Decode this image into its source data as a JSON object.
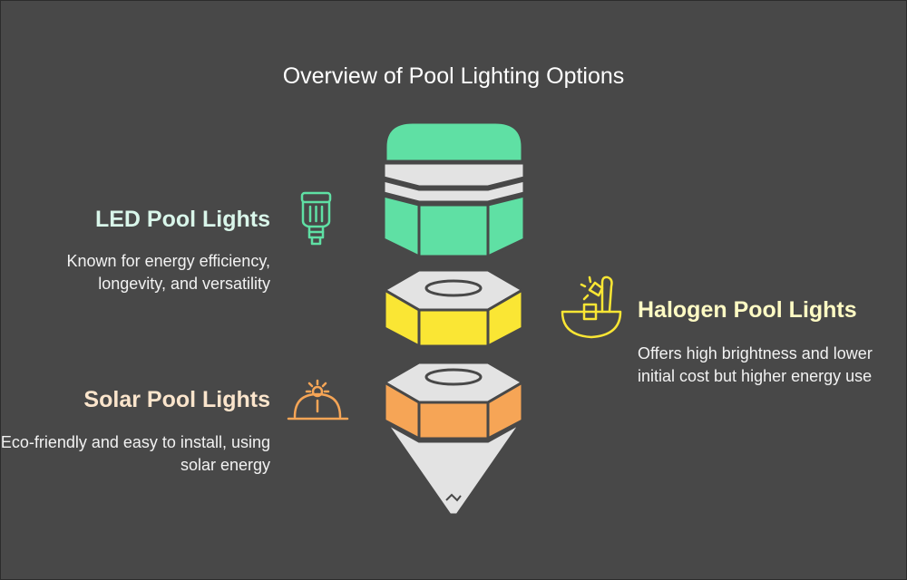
{
  "title": "Overview of Pool Lighting Options",
  "items": {
    "led": {
      "title": "LED Pool Lights",
      "description": "Known for energy efficiency, longevity, and versatility",
      "color": "#5fe0a4",
      "icon": "led-bulb-icon"
    },
    "halogen": {
      "title": "Halogen Pool Lights",
      "description": "Offers high brightness and lower initial cost but higher energy use",
      "color": "#fae634",
      "icon": "halogen-lamp-icon"
    },
    "solar": {
      "title": "Solar Pool Lights",
      "description": "Eco-friendly and easy to install, using solar energy",
      "color": "#f6a556",
      "icon": "solar-dome-icon"
    }
  },
  "colors": {
    "background": "#484848",
    "light_gray": "#e3e3e3"
  }
}
